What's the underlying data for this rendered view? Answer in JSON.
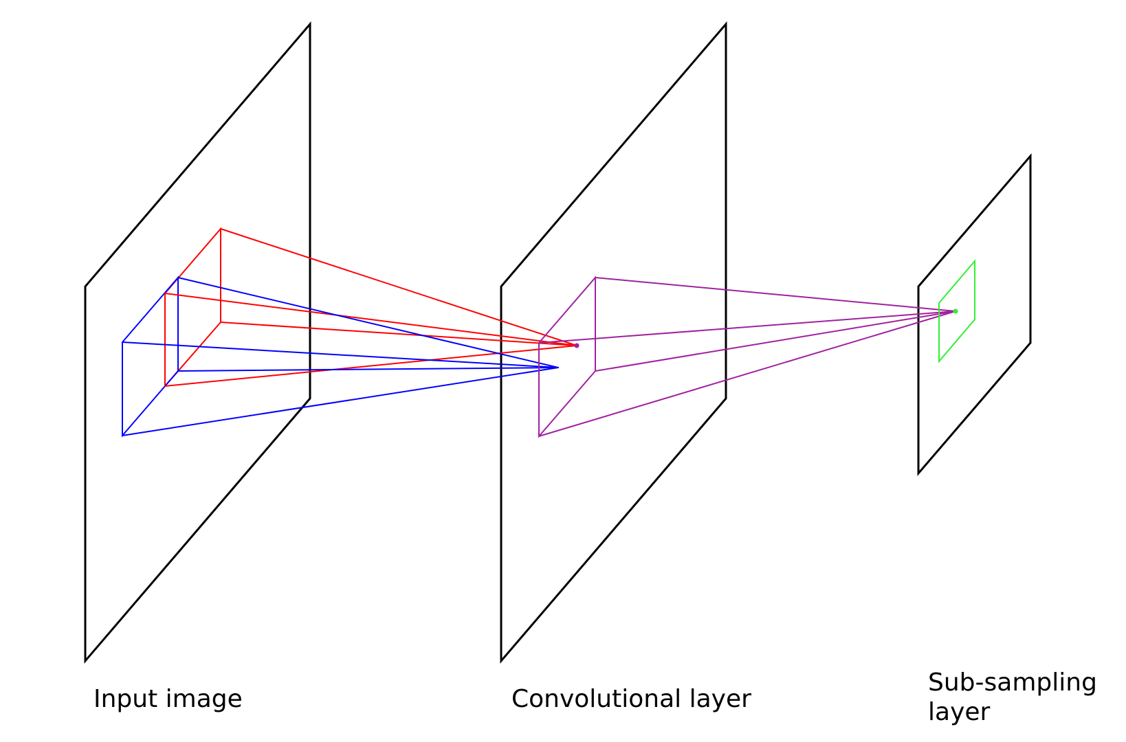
{
  "labels": {
    "input": "Input image",
    "conv": "Convolutional layer",
    "sub_line1": "Sub-sampling",
    "sub_line2": "layer"
  },
  "colors": {
    "plane": "#000000",
    "input_receptive_field_a": "#ff0000",
    "input_receptive_field_b": "#0000ff",
    "conv_receptive_field": "#a020a0",
    "subsampling_unit": "#33ee33"
  }
}
